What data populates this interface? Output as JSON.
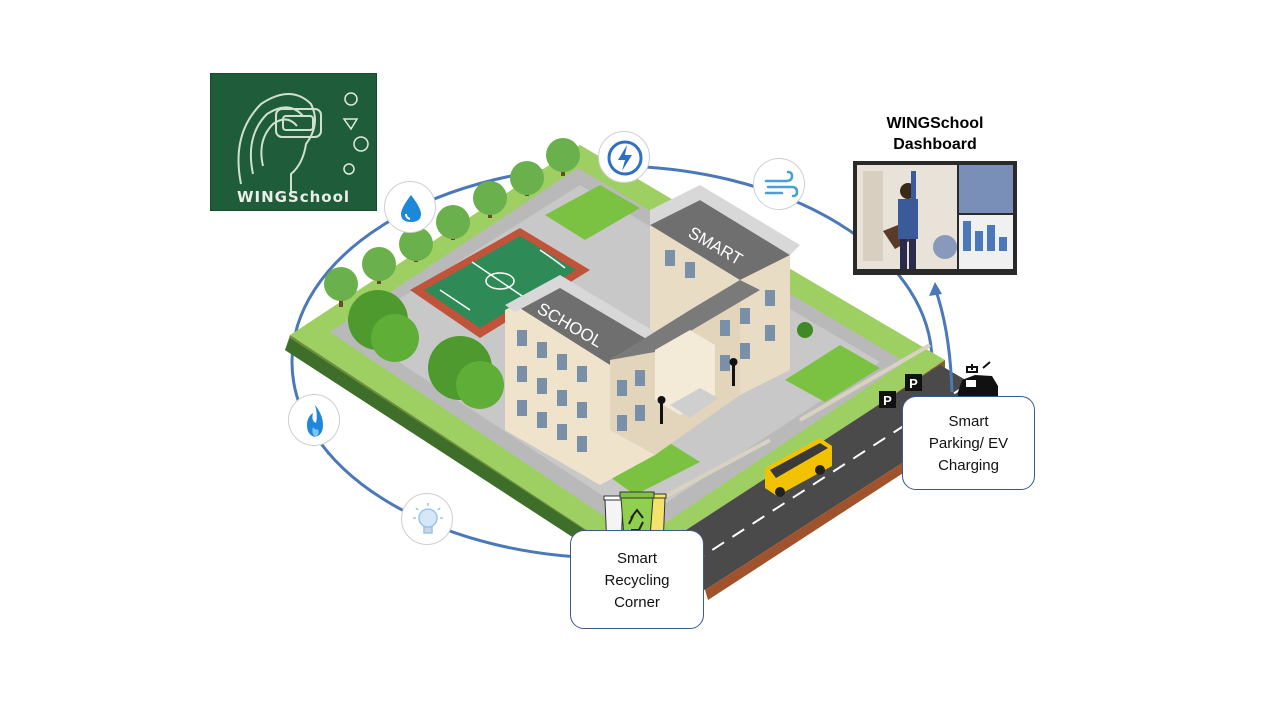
{
  "logo": {
    "text": "WINGSchool",
    "background": "#1f5d3a"
  },
  "dashboard": {
    "title_line1": "WINGSchool",
    "title_line2": "Dashboard"
  },
  "building": {
    "roof_label_1": "SMART",
    "roof_label_2": "SCHOOL"
  },
  "callouts": {
    "parking": {
      "line1": "Smart",
      "line2": "Parking/ EV",
      "line3": "Charging"
    },
    "recycling": {
      "line1": "Smart",
      "line2": "Recycling",
      "line3": "Corner"
    }
  },
  "parking_sign": "P",
  "icons": [
    "energy-icon",
    "wind-icon",
    "water-drop-icon",
    "gas-flame-icon",
    "light-bulb-icon",
    "ev-car-icon",
    "recycle-bins-icon"
  ],
  "colors": {
    "ring": "#4a78b8",
    "grass": "#7cc242",
    "court": "#2e8b57",
    "court_border": "#c0533a",
    "road": "#4a4a4a",
    "bus": "#f2c200"
  }
}
